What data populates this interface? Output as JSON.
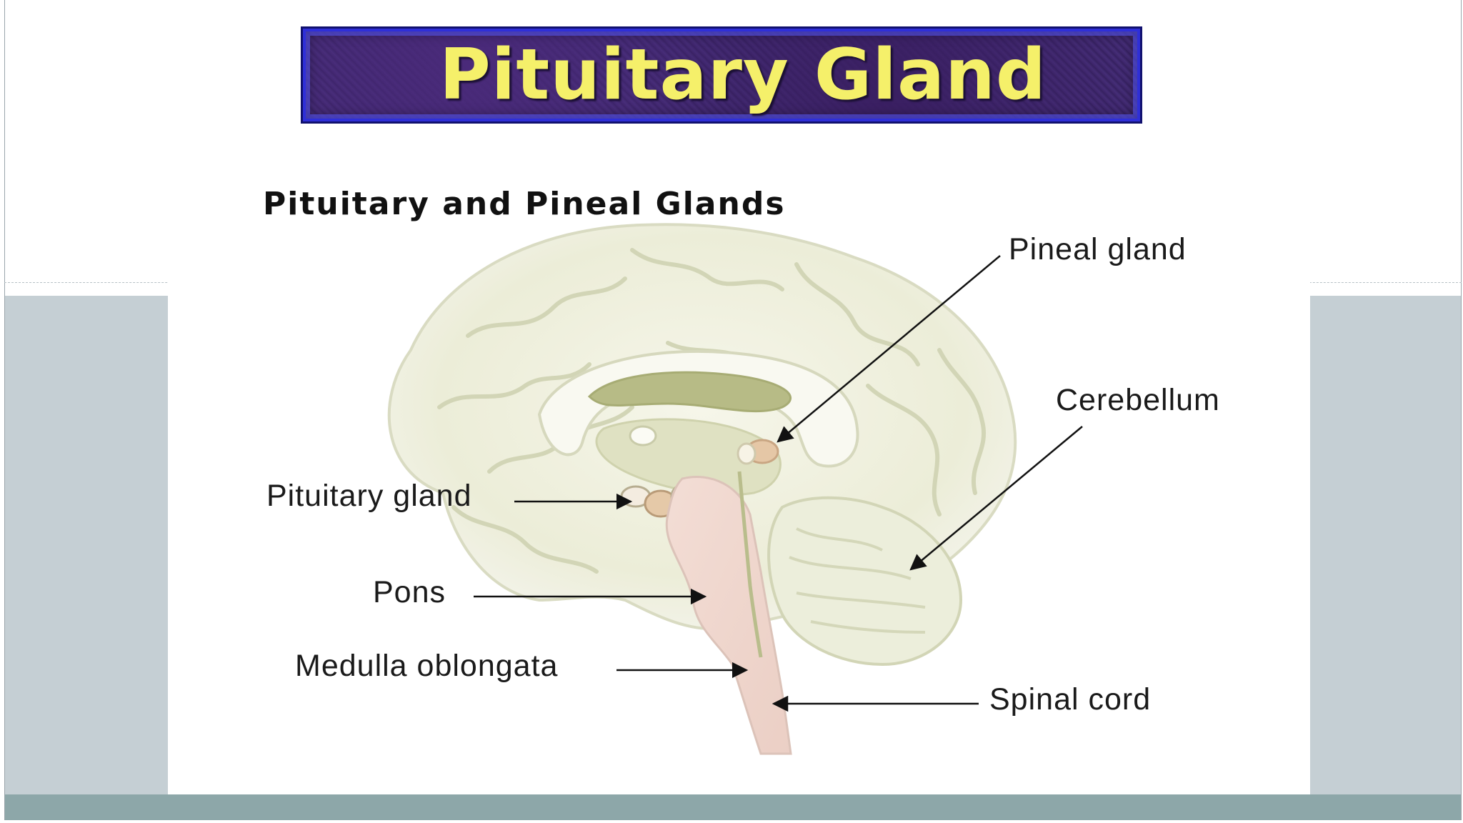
{
  "slide": {
    "title": "Pituitary Gland"
  },
  "figure": {
    "heading": "Pituitary and Pineal Glands",
    "labels": {
      "pineal_gland": "Pineal gland",
      "cerebellum": "Cerebellum",
      "pituitary_gland": "Pituitary gland",
      "pons": "Pons",
      "medulla_oblongata": "Medulla oblongata",
      "spinal_cord": "Spinal cord"
    }
  },
  "colors": {
    "title_text": "#f5f06a",
    "title_bg": "#3e2770",
    "title_border": "#2f2fd8",
    "side_band": "#c5cfd4",
    "bottom_band": "#8da7a9",
    "brain_fill": "#eeeedd",
    "brainstem_fill": "#f0d6cf",
    "ventricle_fill": "#b7bb86"
  }
}
